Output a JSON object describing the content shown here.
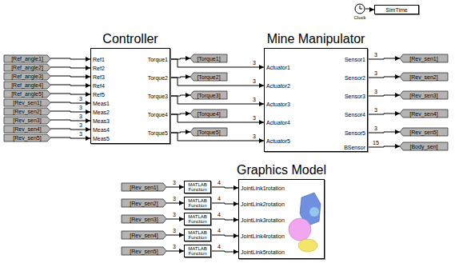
{
  "diagram": {
    "nodes": [
      {
        "text": [
          "Clock"
        ]
      },
      {
        "text": [
          "SimTime"
        ]
      },
      {
        "text": [
          "Controller",
          "Ref1",
          "Ref2",
          "Ref3",
          "Ref4",
          "Ref5",
          "Meas1",
          "Meas2",
          "Meas3",
          "Meas4",
          "Meas5",
          "Torque1",
          "Torque2",
          "Torque3",
          "Torque4",
          "Torque5"
        ]
      },
      {
        "text": [
          "Mine Manipulator",
          "Actuator1",
          "Actuator2",
          "Actuator3",
          "Actuator4",
          "Actuator5",
          "Sensor1",
          "Sensor2",
          "Sensor3",
          "Sensor4",
          "Sensor5",
          "BSensor"
        ]
      },
      {
        "text": [
          "[Ref_angle1]"
        ]
      },
      {
        "text": [
          "[Ref_angle2]"
        ]
      },
      {
        "text": [
          "[Ref_angle3]"
        ]
      },
      {
        "text": [
          "[Ref_angle4]"
        ]
      },
      {
        "text": [
          "[Ref_angle5]"
        ]
      },
      {
        "text": [
          "[Rev_sen1]"
        ]
      },
      {
        "text": [
          "[Rev_sen2]"
        ]
      },
      {
        "text": [
          "[Rev_sen3]"
        ]
      },
      {
        "text": [
          "[Rev_sen4]"
        ]
      },
      {
        "text": [
          "[Rev_sen5]"
        ]
      },
      {
        "text": [
          "[Torque1]"
        ]
      },
      {
        "text": [
          "[Torque2]"
        ]
      },
      {
        "text": [
          "[Torque3]"
        ]
      },
      {
        "text": [
          "[Torque4]"
        ]
      },
      {
        "text": [
          "[Torque5]"
        ]
      },
      {
        "text": [
          "[Rev_sen1]"
        ]
      },
      {
        "text": [
          "[Rev_sen2]"
        ]
      },
      {
        "text": [
          "[Rev_sen3]"
        ]
      },
      {
        "text": [
          "[Rev_sen4]"
        ]
      },
      {
        "text": [
          "[Rev_sen5]"
        ]
      },
      {
        "text": [
          "[Body_sen]"
        ]
      },
      {
        "text": [
          "Graphics Model",
          "JointLink1rotation",
          "JointLink2rotation",
          "JointLink3rotation",
          "JointLink4rotation",
          "JointLink5rotation"
        ]
      },
      {
        "text": [
          "[Rev_sen1]"
        ]
      },
      {
        "text": [
          "[Rev_sen2]"
        ]
      },
      {
        "text": [
          "[Rev_sen3]"
        ]
      },
      {
        "text": [
          "[Rev_sen4]"
        ]
      },
      {
        "text": [
          "[Rev_sen5]"
        ]
      },
      {
        "text": [
          "MATLAB Function"
        ]
      },
      {
        "text": [
          "MATLAB Function"
        ]
      },
      {
        "text": [
          "MATLAB Function"
        ]
      },
      {
        "text": [
          "MATLAB Function"
        ]
      },
      {
        "text": [
          "MATLAB Function"
        ]
      }
    ],
    "edges": [
      {
        "from": 4,
        "to": 2,
        "arrow": "to"
      },
      {
        "from": 5,
        "to": 2,
        "arrow": "to"
      },
      {
        "from": 6,
        "to": 2,
        "arrow": "to"
      },
      {
        "from": 7,
        "to": 2,
        "arrow": "to"
      },
      {
        "from": 8,
        "to": 2,
        "arrow": "to"
      },
      {
        "from": 9,
        "to": 2,
        "label": "3",
        "arrow": "to"
      },
      {
        "from": 10,
        "to": 2,
        "label": "3",
        "arrow": "to"
      },
      {
        "from": 11,
        "to": 2,
        "label": "3",
        "arrow": "to"
      },
      {
        "from": 12,
        "to": 2,
        "label": "3",
        "arrow": "to"
      },
      {
        "from": 13,
        "to": 2,
        "label": "3",
        "arrow": "to"
      },
      {
        "from": 2,
        "to": 14,
        "arrow": "to"
      },
      {
        "from": 2,
        "to": 15,
        "arrow": "to"
      },
      {
        "from": 2,
        "to": 16,
        "arrow": "to"
      },
      {
        "from": 2,
        "to": 17,
        "arrow": "to"
      },
      {
        "from": 2,
        "to": 18,
        "arrow": "to"
      },
      {
        "from": 2,
        "to": 3,
        "label": "3",
        "arrow": "to"
      },
      {
        "from": 2,
        "to": 3,
        "label": "3",
        "arrow": "to"
      },
      {
        "from": 2,
        "to": 3,
        "label": "3",
        "arrow": "to"
      },
      {
        "from": 2,
        "to": 3,
        "label": "3",
        "arrow": "to"
      },
      {
        "from": 2,
        "to": 3,
        "label": "3",
        "arrow": "to"
      },
      {
        "from": 3,
        "to": 19,
        "label": "3",
        "arrow": "to"
      },
      {
        "from": 3,
        "to": 20,
        "label": "3",
        "arrow": "to"
      },
      {
        "from": 3,
        "to": 21,
        "label": "3",
        "arrow": "to"
      },
      {
        "from": 3,
        "to": 22,
        "label": "3",
        "arrow": "to"
      },
      {
        "from": 3,
        "to": 23,
        "label": "3",
        "arrow": "to"
      },
      {
        "from": 3,
        "to": 24,
        "label": "15",
        "arrow": "to"
      },
      {
        "from": 0,
        "to": 1,
        "arrow": "to"
      },
      {
        "from": 26,
        "to": 31,
        "label": "3",
        "arrow": "to"
      },
      {
        "from": 27,
        "to": 32,
        "label": "3",
        "arrow": "to"
      },
      {
        "from": 28,
        "to": 33,
        "label": "3",
        "arrow": "to"
      },
      {
        "from": 29,
        "to": 34,
        "label": "3",
        "arrow": "to"
      },
      {
        "from": 30,
        "to": 35,
        "label": "3",
        "arrow": "to"
      },
      {
        "from": 31,
        "to": 25,
        "label": "4",
        "arrow": "to"
      },
      {
        "from": 32,
        "to": 25,
        "label": "4",
        "arrow": "to"
      },
      {
        "from": 33,
        "to": 25,
        "label": "4",
        "arrow": "to"
      },
      {
        "from": 34,
        "to": 25,
        "label": "4",
        "arrow": "to"
      },
      {
        "from": 35,
        "to": 25,
        "label": "4",
        "arrow": "to"
      }
    ]
  }
}
